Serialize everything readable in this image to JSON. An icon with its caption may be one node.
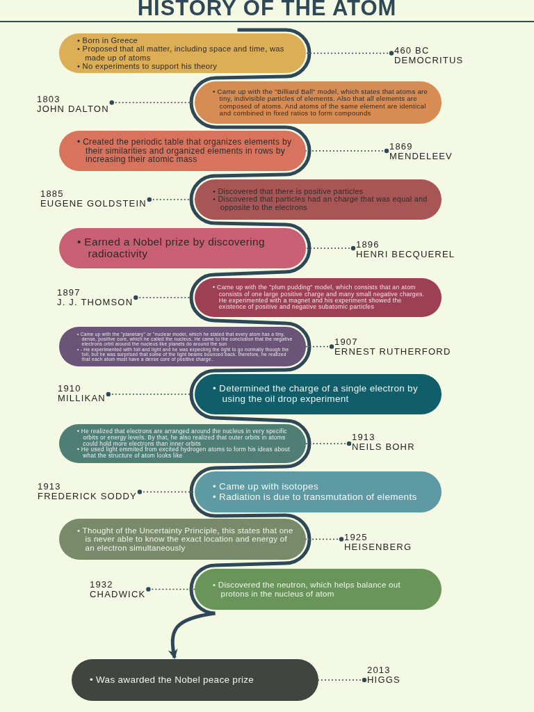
{
  "diagram": {
    "title": "HISTORY OF THE ATOM",
    "nodes": [
      {
        "text": [
          "• Born in Greece",
          "• Proposed that all matter, including space and time, was made up of atoms",
          "• No experiments to support his theory"
        ]
      },
      {
        "text": [
          "460 BC",
          "DEMOCRITUS"
        ]
      },
      {
        "text": [
          "1803",
          "JOHN DALTON"
        ]
      },
      {
        "text": [
          "• Came up with the \"Billiard Ball\" model, which states that atoms are tiny, indivisible particles of elements. Also that all elements are composed of atoms. And atoms of the same element are identical and combined in fixed ratios to form compounds"
        ]
      },
      {
        "text": [
          "• Created the periodic table that organizes elements by their similarities and organized elements in rows by increasing their atomic mass"
        ]
      },
      {
        "text": [
          "1869",
          "MENDELEEV"
        ]
      },
      {
        "text": [
          "1885",
          "EUGENE GOLDSTEIN"
        ]
      },
      {
        "text": [
          "• Discovered that there is positive particles",
          "• Discovered that particles had an charge that was equal and opposite to the electrons"
        ]
      },
      {
        "text": [
          "• Earned a Nobel prize by discovering radioactivity"
        ]
      },
      {
        "text": [
          "1896",
          "HENRI BECQUEREL"
        ]
      },
      {
        "text": [
          "1897",
          "J. J. THOMSON"
        ]
      },
      {
        "text": [
          "• Came up with the \"plum pudding\" model, which consists that an atom consists of one large positive charge and many small negative charges. He experimented with a magnet and his experiment showed the existence of positive and negative subatomic particles"
        ]
      },
      {
        "text": [
          "• Came up with the \"planetary\" or \"nuclear model, which he stated that every atom has a tiny, dense, positive core, which he called the nucleus. He came to the conclusion that the negative electrons orbit around the nucleus like planets do around the sun",
          "• - He experimented with foil and light and he was expecting the light to go normally though the foil, but he was surprised that some of the light beams bounced back. therefore, he realized that each atom must have a dense core of positive charge.."
        ]
      },
      {
        "text": [
          "1907",
          "ERNEST RUTHERFORD"
        ]
      },
      {
        "text": [
          "1910",
          "MILLIKAN"
        ]
      },
      {
        "text": [
          "• Determined the charge of a single electron by using the oil drop experiment"
        ]
      },
      {
        "text": [
          "• He realized that electrons are arranged around the nucleus in very specific orbits or energy levels. By that, he also realized that outer orbits in atoms could hold more electrons than inner orbits",
          "• He used light emmited from excited hydrogen atoms to form his ideas about what the structure of atom looks like"
        ]
      },
      {
        "text": [
          "1913",
          "NEILS BOHR"
        ]
      },
      {
        "text": [
          "1913",
          "FREDERICK SODDY"
        ]
      },
      {
        "text": [
          "• Came up with isotopes",
          "• Radiation is due to transmutation of elements"
        ]
      },
      {
        "text": [
          "• Thought of the Uncertainty Principle, this states that one is never able to know the exact location and energy of an electron simultaneously"
        ]
      },
      {
        "text": [
          "1925",
          "HEISENBERG"
        ]
      },
      {
        "text": [
          "1932",
          "CHADWICK"
        ]
      },
      {
        "text": [
          "• Discovered the neutron, which helps balance out protons in the nucleus of atom"
        ]
      },
      {
        "text": [
          "• Was awarded the Nobel peace prize"
        ]
      },
      {
        "text": [
          "2013",
          "HIGGS"
        ]
      }
    ],
    "edges": [
      {
        "from": 1,
        "to": 0,
        "arrow": "other",
        "style": "dashed"
      },
      {
        "from": 2,
        "to": 3,
        "arrow": "other",
        "style": "dashed"
      },
      {
        "from": 5,
        "to": 4,
        "arrow": "other",
        "style": "dashed"
      },
      {
        "from": 6,
        "to": 7,
        "arrow": "other",
        "style": "dashed"
      },
      {
        "from": 9,
        "to": 8,
        "arrow": "other",
        "style": "dashed"
      },
      {
        "from": 10,
        "to": 11,
        "arrow": "other",
        "style": "dashed"
      },
      {
        "from": 13,
        "to": 12,
        "arrow": "other",
        "style": "dashed"
      },
      {
        "from": 14,
        "to": 15,
        "arrow": "other",
        "style": "dashed"
      },
      {
        "from": 17,
        "to": 16,
        "arrow": "other",
        "style": "dashed"
      },
      {
        "from": 18,
        "to": 19,
        "arrow": "other",
        "style": "dashed"
      },
      {
        "from": 21,
        "to": 20,
        "arrow": "other",
        "style": "dashed"
      },
      {
        "from": 22,
        "to": 23,
        "arrow": "other",
        "style": "dashed"
      },
      {
        "from": 25,
        "to": 24,
        "arrow": "other",
        "style": "dashed"
      },
      {
        "from": null,
        "to": 0,
        "arrow": "none",
        "style": "thick"
      },
      {
        "from": 0,
        "to": 3,
        "arrow": "none",
        "style": "thick"
      },
      {
        "from": 3,
        "to": 4,
        "arrow": "none",
        "style": "thick"
      },
      {
        "from": 4,
        "to": 7,
        "arrow": "none",
        "style": "thick"
      },
      {
        "from": 7,
        "to": 8,
        "arrow": "none",
        "style": "thick"
      },
      {
        "from": 8,
        "to": 11,
        "arrow": "none",
        "style": "thick"
      },
      {
        "from": 11,
        "to": 12,
        "arrow": "none",
        "style": "thick"
      },
      {
        "from": 12,
        "to": 15,
        "arrow": "none",
        "style": "thick"
      },
      {
        "from": 15,
        "to": 16,
        "arrow": "none",
        "style": "thick"
      },
      {
        "from": 16,
        "to": 19,
        "arrow": "none",
        "style": "thick"
      },
      {
        "from": 19,
        "to": 20,
        "arrow": "none",
        "style": "thick"
      },
      {
        "from": 20,
        "to": 23,
        "arrow": "none",
        "style": "thick"
      },
      {
        "from": 23,
        "to": 24,
        "arrow": "to",
        "style": "thick"
      }
    ]
  }
}
